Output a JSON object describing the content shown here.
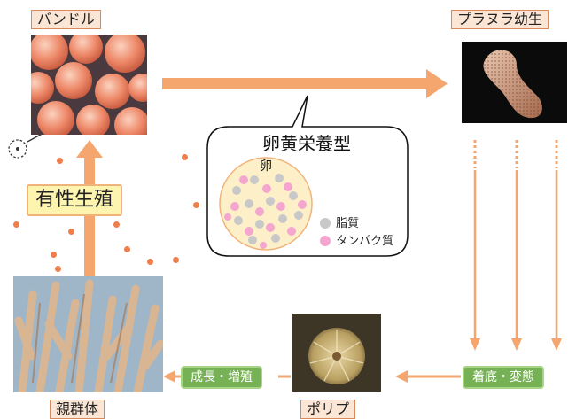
{
  "labels": {
    "bundle": "バンドル",
    "planula": "プラヌラ幼生",
    "polyp": "ポリプ",
    "parent": "親群体",
    "sexual_reproduction": "有性生殖",
    "growth": "成長・増殖",
    "settlement": "着底・変態"
  },
  "callout": {
    "title": "卵黄栄養型",
    "egg_label": "卵",
    "legend": [
      {
        "label": "脂質",
        "color": "#c8c8c8"
      },
      {
        "label": "タンパク質",
        "color": "#f4a6cf"
      }
    ]
  },
  "colors": {
    "arrow": "#f4a66e",
    "dots": "#ef7e4d",
    "green": "#77b155",
    "label_border": "#d98a5c",
    "label_fill": "#fbe6d6",
    "egg_fill": "#fdf0c8",
    "sexual_fill": "#fdf4b0"
  }
}
